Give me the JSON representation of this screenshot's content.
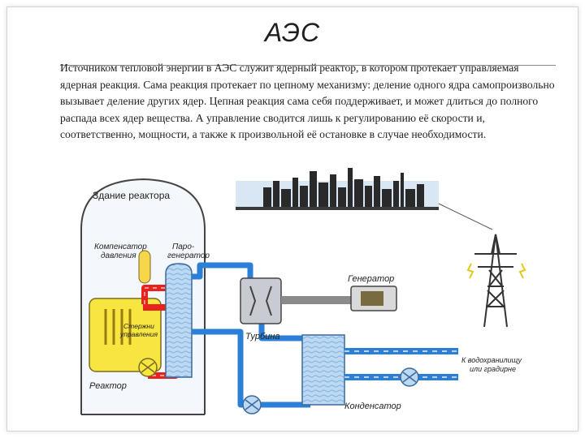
{
  "slide": {
    "title": "АЭС",
    "body": "Источником тепловой энергии в АЭС служит ядерный реактор, в котором протекает управляемая ядерная реакция. Сама реакция протекает по цепному механизму: деление одного ядра самопроизвольно вызывает деление других ядер. Цепная реакция сама себя поддерживает, и может длиться до полного распада всех ядер вещества. А управление сводится лишь к регулированию её скорости и, соответственно, мощности, а также к произвольной её остановке в случае необходимости."
  },
  "diagram": {
    "labels": {
      "building": "Здание реактора",
      "pressurizer_line1": "Компенсатор",
      "pressurizer_line2": "давления",
      "steam_gen_line1": "Паро-",
      "steam_gen_line2": "генератор",
      "control_rods_line1": "Стержни",
      "control_rods_line2": "управления",
      "reactor": "Реактор",
      "turbine": "Турбина",
      "generator": "Генератор",
      "condenser": "Конденсатор",
      "cooling_line1": "К водохранилищу",
      "cooling_line2": "или градирне"
    },
    "colors": {
      "primary_loop": "#e8231e",
      "secondary_loop": "#2c7fd6",
      "cooling_loop": "#2c7fd6",
      "building_fill": "#f4f7fb",
      "reactor_fill": "#f7e640",
      "pressurizer_fill": "#f6d64a",
      "steam_gen_fill": "#bcd8f2",
      "sky": "#d9e6f4",
      "city": "#2a2a2a"
    }
  }
}
